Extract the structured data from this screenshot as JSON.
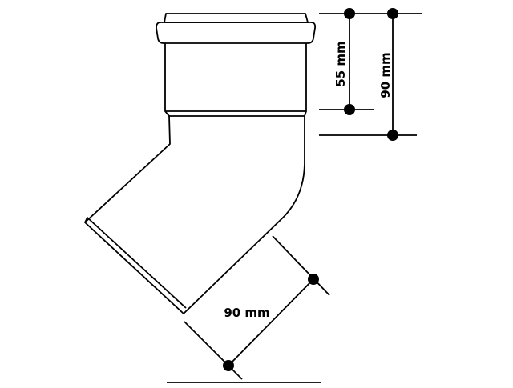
{
  "colors": {
    "stroke": "#000000",
    "background": "#ffffff"
  },
  "dimensions": {
    "socket_depth": "55 mm",
    "total_height": "90 mm",
    "spigot_length": "90 mm"
  }
}
